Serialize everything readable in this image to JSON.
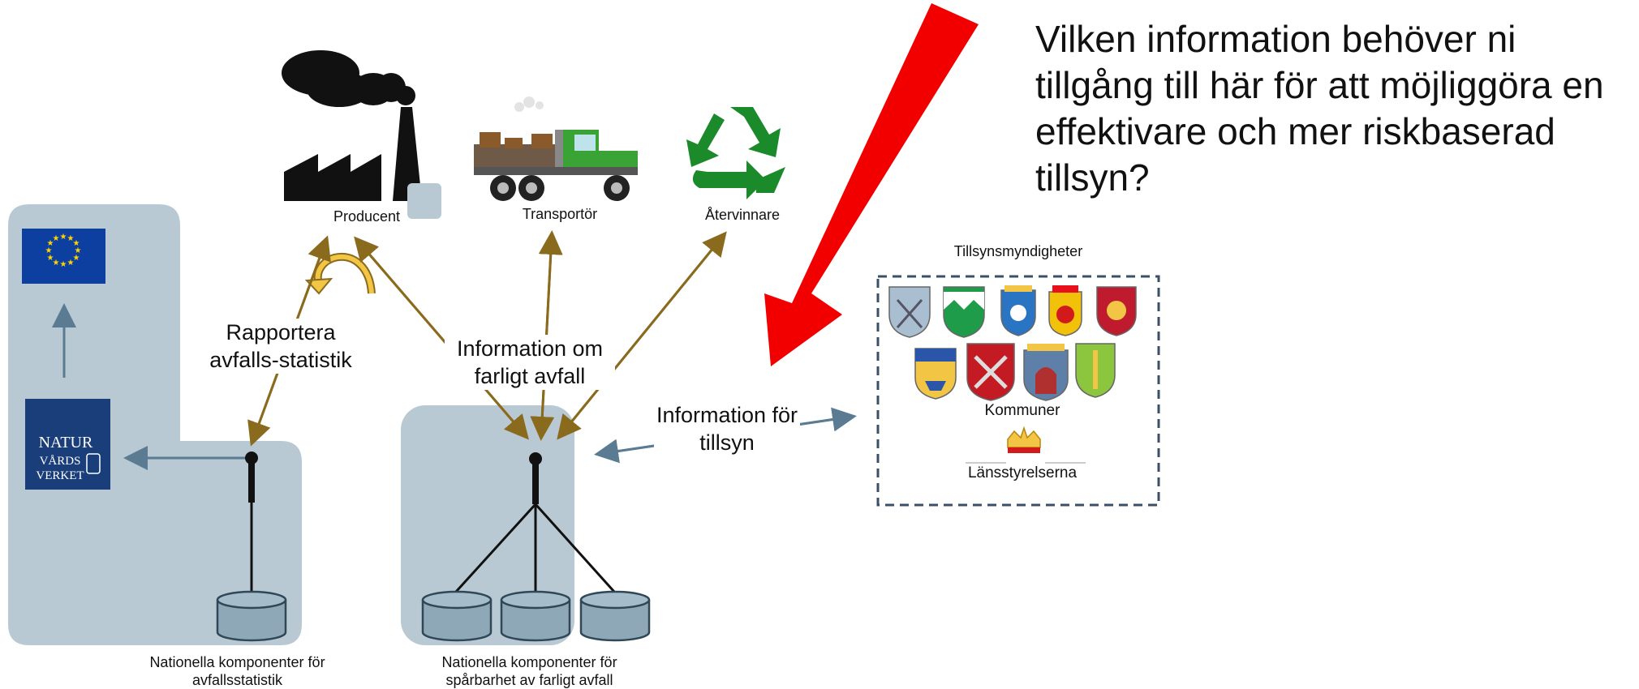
{
  "question": "Vilken information behöver ni tillgång till här för att möjliggöra en effektivare och mer riskbaserad tillsyn?",
  "actors": {
    "producer": "Producent",
    "transporter": "Transportör",
    "recycler": "Återvinnare"
  },
  "reporting_label": "Rapportera avfalls-statistik",
  "hazardous_info_label": "Information om farligt avfall",
  "supervision_info_label": "Information för  tillsyn",
  "authorities": {
    "title": "Tillsynsmyndigheter",
    "municipalities": "Kommuner",
    "county_boards": "Länsstyrelserna"
  },
  "components": {
    "statistics": "Nationella komponenter för avfallsstatistik",
    "traceability": "Nationella komponenter  för spårbarhet av farligt avfall"
  },
  "naturvardsverket_logo": "NATUR VÅRDS VERKET",
  "colors": {
    "panel": "#b8c9d3",
    "gold_arrow": "#8a6b1e",
    "blue_arrow": "#5a7b92",
    "red_arrow": "#f20000",
    "eu_blue": "#0c3fa0",
    "nv_blue": "#1a3e7a",
    "cylinder": "#8ea8b8",
    "recycle_green": "#1a8a2a"
  },
  "icons": [
    "eu-flag-icon",
    "factory-icon",
    "truck-icon",
    "recycle-icon",
    "naturvardsverket-logo",
    "crown-icon",
    "coat-of-arms-icon",
    "database-icon"
  ]
}
